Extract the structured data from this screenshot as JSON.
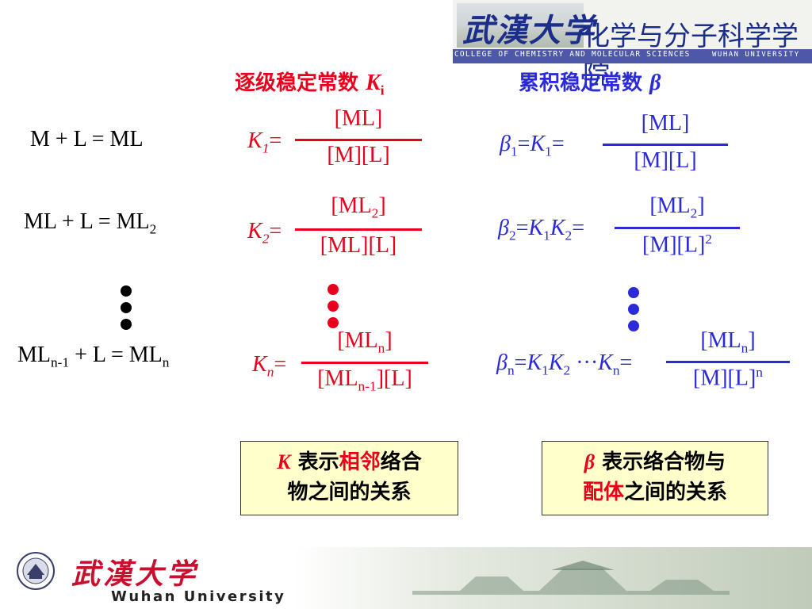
{
  "header": {
    "university_calligraphy": "武漢大学",
    "college_name": "化学与分子科学学院",
    "college_en": "COLLEGE OF CHEMISTRY AND MOLECULAR SCIENCES",
    "university_en": "WUHAN UNIVERSITY"
  },
  "headings": {
    "stepwise": "逐级稳定常数",
    "stepwise_symbol": "K",
    "stepwise_sub": "i",
    "cumulative": "累积稳定常数",
    "cumulative_symbol": "β"
  },
  "reactions": {
    "r1": "M + L = ML",
    "r2_main": "ML + L = ML",
    "r2_sub": "2",
    "rn_a": "ML",
    "rn_sub1": "n-1",
    "rn_b": " + L = ML",
    "rn_sub2": "n"
  },
  "stepwise": {
    "k1_sym": "K",
    "k1_sub": "1",
    "k1_num": "[ML]",
    "k1_den": "[M][L]",
    "k2_sym": "K",
    "k2_sub": "2",
    "k2_num_a": "[ML",
    "k2_num_sub": "2",
    "k2_num_b": "]",
    "k2_den": "[ML][L]",
    "kn_sym": "K",
    "kn_sub": "n",
    "kn_num_a": "[ML",
    "kn_num_sub": "n",
    "kn_num_b": "]",
    "kn_den_a": "[ML",
    "kn_den_sub": "n-1",
    "kn_den_b": "][L]",
    "eq": "="
  },
  "cumulative": {
    "beta": "β",
    "b1_sub": "1",
    "b1_mid": "=",
    "b1_k": "K",
    "b1_ksub": "1",
    "b1_num": "[ML]",
    "b1_den": "[M][L]",
    "b2_sub": "2",
    "b2_mid": "=",
    "b2_k1": "K",
    "b2_k1sub": "1",
    "b2_k2": "K",
    "b2_k2sub": "2",
    "b2_num_a": "[ML",
    "b2_num_sub": "2",
    "b2_num_b": "]",
    "b2_den": "[M][L]",
    "b2_den_sup": "2",
    "bn_sub": "n",
    "bn_mid": "=",
    "bn_k1": "K",
    "bn_k1sub": "1",
    "bn_k2": "K",
    "bn_k2sub": "2",
    "bn_ellipsis": " ···",
    "bn_kn": "K",
    "bn_knsub": "n",
    "bn_num_a": "[ML",
    "bn_num_sub": "n",
    "bn_num_b": "]",
    "bn_den": "[M][L]",
    "bn_den_sup": "n",
    "eq": "="
  },
  "notes": {
    "left_k": "K",
    "left_t1": " 表示",
    "left_t2": "相邻",
    "left_t3": "络合",
    "left_t4": "物之间的关系",
    "right_b": "β",
    "right_t1": " 表示络合物与",
    "right_t2": "配体",
    "right_t3": "之间的关系"
  },
  "footer": {
    "university_calligraphy": "武漢大学",
    "university_en": "Wuhan University"
  },
  "colors": {
    "stepwise": "#e8001c",
    "cumulative": "#2a2ad8",
    "note_bg": "#ffffcc",
    "banner_blue": "#1b2f8a"
  }
}
